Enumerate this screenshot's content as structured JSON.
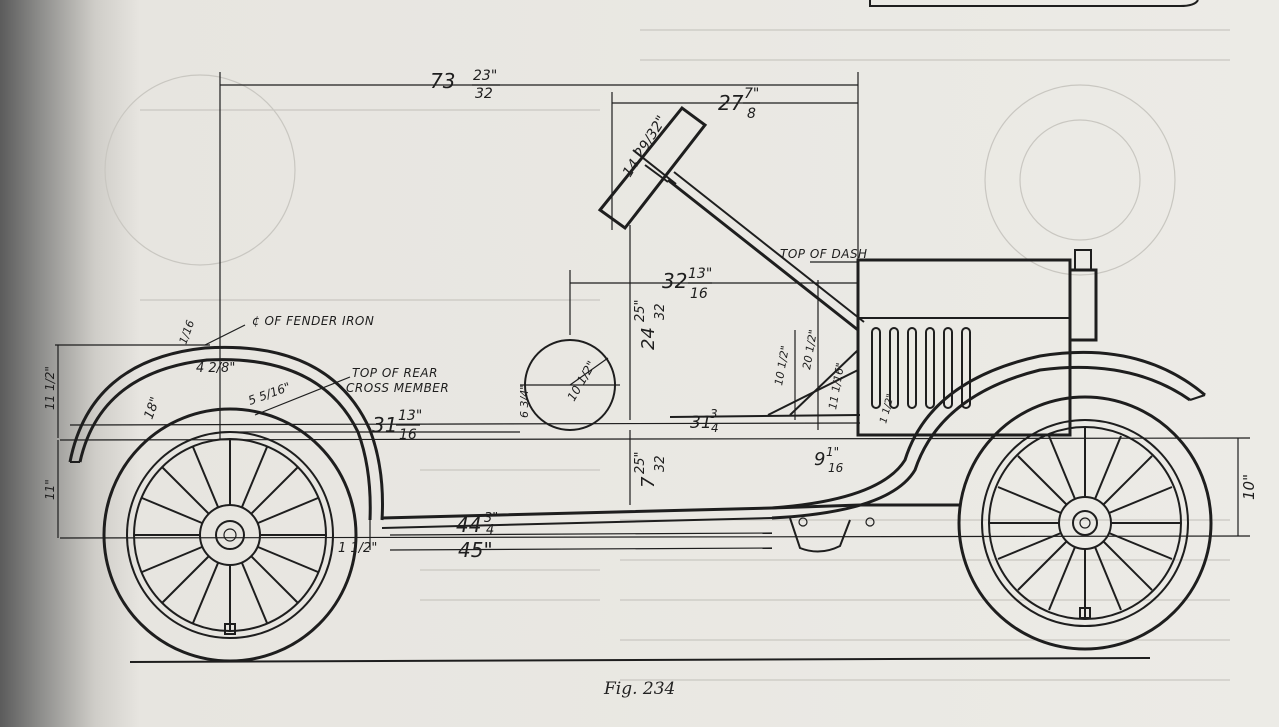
{
  "figure": {
    "caption": "Fig. 234"
  },
  "notes": {
    "fender_iron": "¢ OF FENDER IRON",
    "rear_cross_member_line1": "TOP OF REAR",
    "rear_cross_member_line2": "CROSS MEMBER",
    "top_of_dash": "TOP OF DASH"
  },
  "dimensions": {
    "overall_length": {
      "whole": "73",
      "num": "23\"",
      "den": "32"
    },
    "steering_to_dash": {
      "whole": "27",
      "num": "7\"",
      "den": "8"
    },
    "dash_to_seat": {
      "whole": "32",
      "num": "13\"",
      "den": "16"
    },
    "seat_height": {
      "whole": "24",
      "num": "25\"",
      "den": "32"
    },
    "frame_to_seat": {
      "whole": "7",
      "num": "25\"",
      "den": "32"
    },
    "rear_frame_length": {
      "whole": "31",
      "num": "13\"",
      "den": "16"
    },
    "floor_length": {
      "whole": "31",
      "num": "3",
      "den": "4"
    },
    "pedal_offset": {
      "whole": "9",
      "num": "1\"",
      "den": "16"
    },
    "lower_frame": {
      "whole": "44",
      "num": "3\"",
      "den": "4"
    },
    "wheelbase_half": {
      "text": "45\""
    },
    "steering_wheel_dia": {
      "text": "14 29/32\""
    },
    "seat_radius": {
      "text": "10 1/2\""
    },
    "seat_small": {
      "text": "6 3/4\""
    },
    "fender_top": {
      "text": "11 1/2\""
    },
    "fender_mid": {
      "text": "1/16"
    },
    "fender_offset": {
      "text": "4 2/8\""
    },
    "rear_member_offset": {
      "text": "5 5/16\""
    },
    "fender_radius": {
      "text": "18\""
    },
    "axle_left": {
      "text": "11\""
    },
    "frame_drop": {
      "text": "1 1/2\""
    },
    "front_height": {
      "text": "10\""
    },
    "pedal_a": {
      "text": "10 1/2\""
    },
    "pedal_b": {
      "text": "20 1/2\""
    },
    "pedal_c": {
      "text": "11 1/16\""
    },
    "dash_small": {
      "text": "1 1/2\""
    }
  }
}
